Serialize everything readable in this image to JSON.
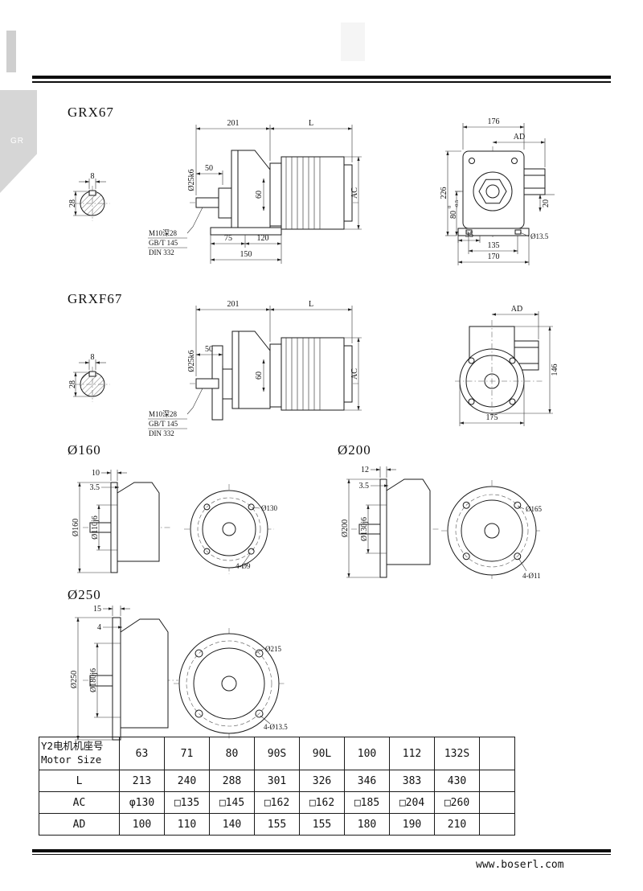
{
  "page": {
    "footer": "www.boserl.com"
  },
  "tab": {
    "label": "GR"
  },
  "grx67": {
    "title": "GRX67",
    "shaft": {
      "key_width": "8",
      "diameter": "28"
    },
    "side": {
      "len201": "201",
      "lenL": "L",
      "len50": "50",
      "shaft_dia": "Ø25k6",
      "dim60": "60",
      "dimAC": "AC",
      "tap": "M10深28",
      "std1": "GB/T 145",
      "std2": "DIN 332",
      "foot75": "75",
      "foot120": "120",
      "foot150": "150"
    },
    "end": {
      "w176": "176",
      "dimAD": "AD",
      "h226": "226",
      "h80": "80",
      "tol_hi": "0",
      "tol_lo": "-0.5",
      "d20": "20",
      "d35": "35",
      "d135": "135",
      "d170": "170",
      "hole": "Ø13.5"
    }
  },
  "grxf67": {
    "title": "GRXF67",
    "shaft": {
      "key_width": "8",
      "diameter": "28"
    },
    "side": {
      "len201": "201",
      "lenL": "L",
      "len50": "50",
      "shaft_dia": "Ø25k6",
      "dim60": "60",
      "dimAC": "AC",
      "tap": "M10深28",
      "std1": "GB/T 145",
      "std2": "DIN 332"
    },
    "end": {
      "dimAD": "AD",
      "h146": "146",
      "w175": "175"
    }
  },
  "flange160": {
    "title": "Ø160",
    "side": {
      "t1": "10",
      "t2": "3.5",
      "outer": "Ø160",
      "pilot": "Ø110j6"
    },
    "face": {
      "bolt_circle": "Ø130",
      "holes": "4-Ø9"
    }
  },
  "flange200": {
    "title": "Ø200",
    "side": {
      "t1": "12",
      "t2": "3.5",
      "outer": "Ø200",
      "pilot": "Ø130j6"
    },
    "face": {
      "bolt_circle": "Ø165",
      "holes": "4-Ø11"
    }
  },
  "flange250": {
    "title": "Ø250",
    "side": {
      "t1": "15",
      "t2": "4",
      "outer": "Ø250",
      "pilot": "Ø180j6"
    },
    "face": {
      "bolt_circle": "Ø215",
      "holes": "4-Ø13.5"
    }
  },
  "table": {
    "header": {
      "line1": "Y2电机机座号",
      "line2": "Motor Size",
      "values": [
        "63",
        "71",
        "80",
        "90S",
        "90L",
        "100",
        "112",
        "132S"
      ]
    },
    "rows": [
      {
        "label": "L",
        "values": [
          "213",
          "240",
          "288",
          "301",
          "326",
          "346",
          "383",
          "430"
        ]
      },
      {
        "label": "AC",
        "values": [
          "φ130",
          "□135",
          "□145",
          "□162",
          "□162",
          "□185",
          "□204",
          "□260"
        ]
      },
      {
        "label": "AD",
        "values": [
          "100",
          "110",
          "140",
          "155",
          "155",
          "180",
          "190",
          "210"
        ]
      }
    ]
  }
}
